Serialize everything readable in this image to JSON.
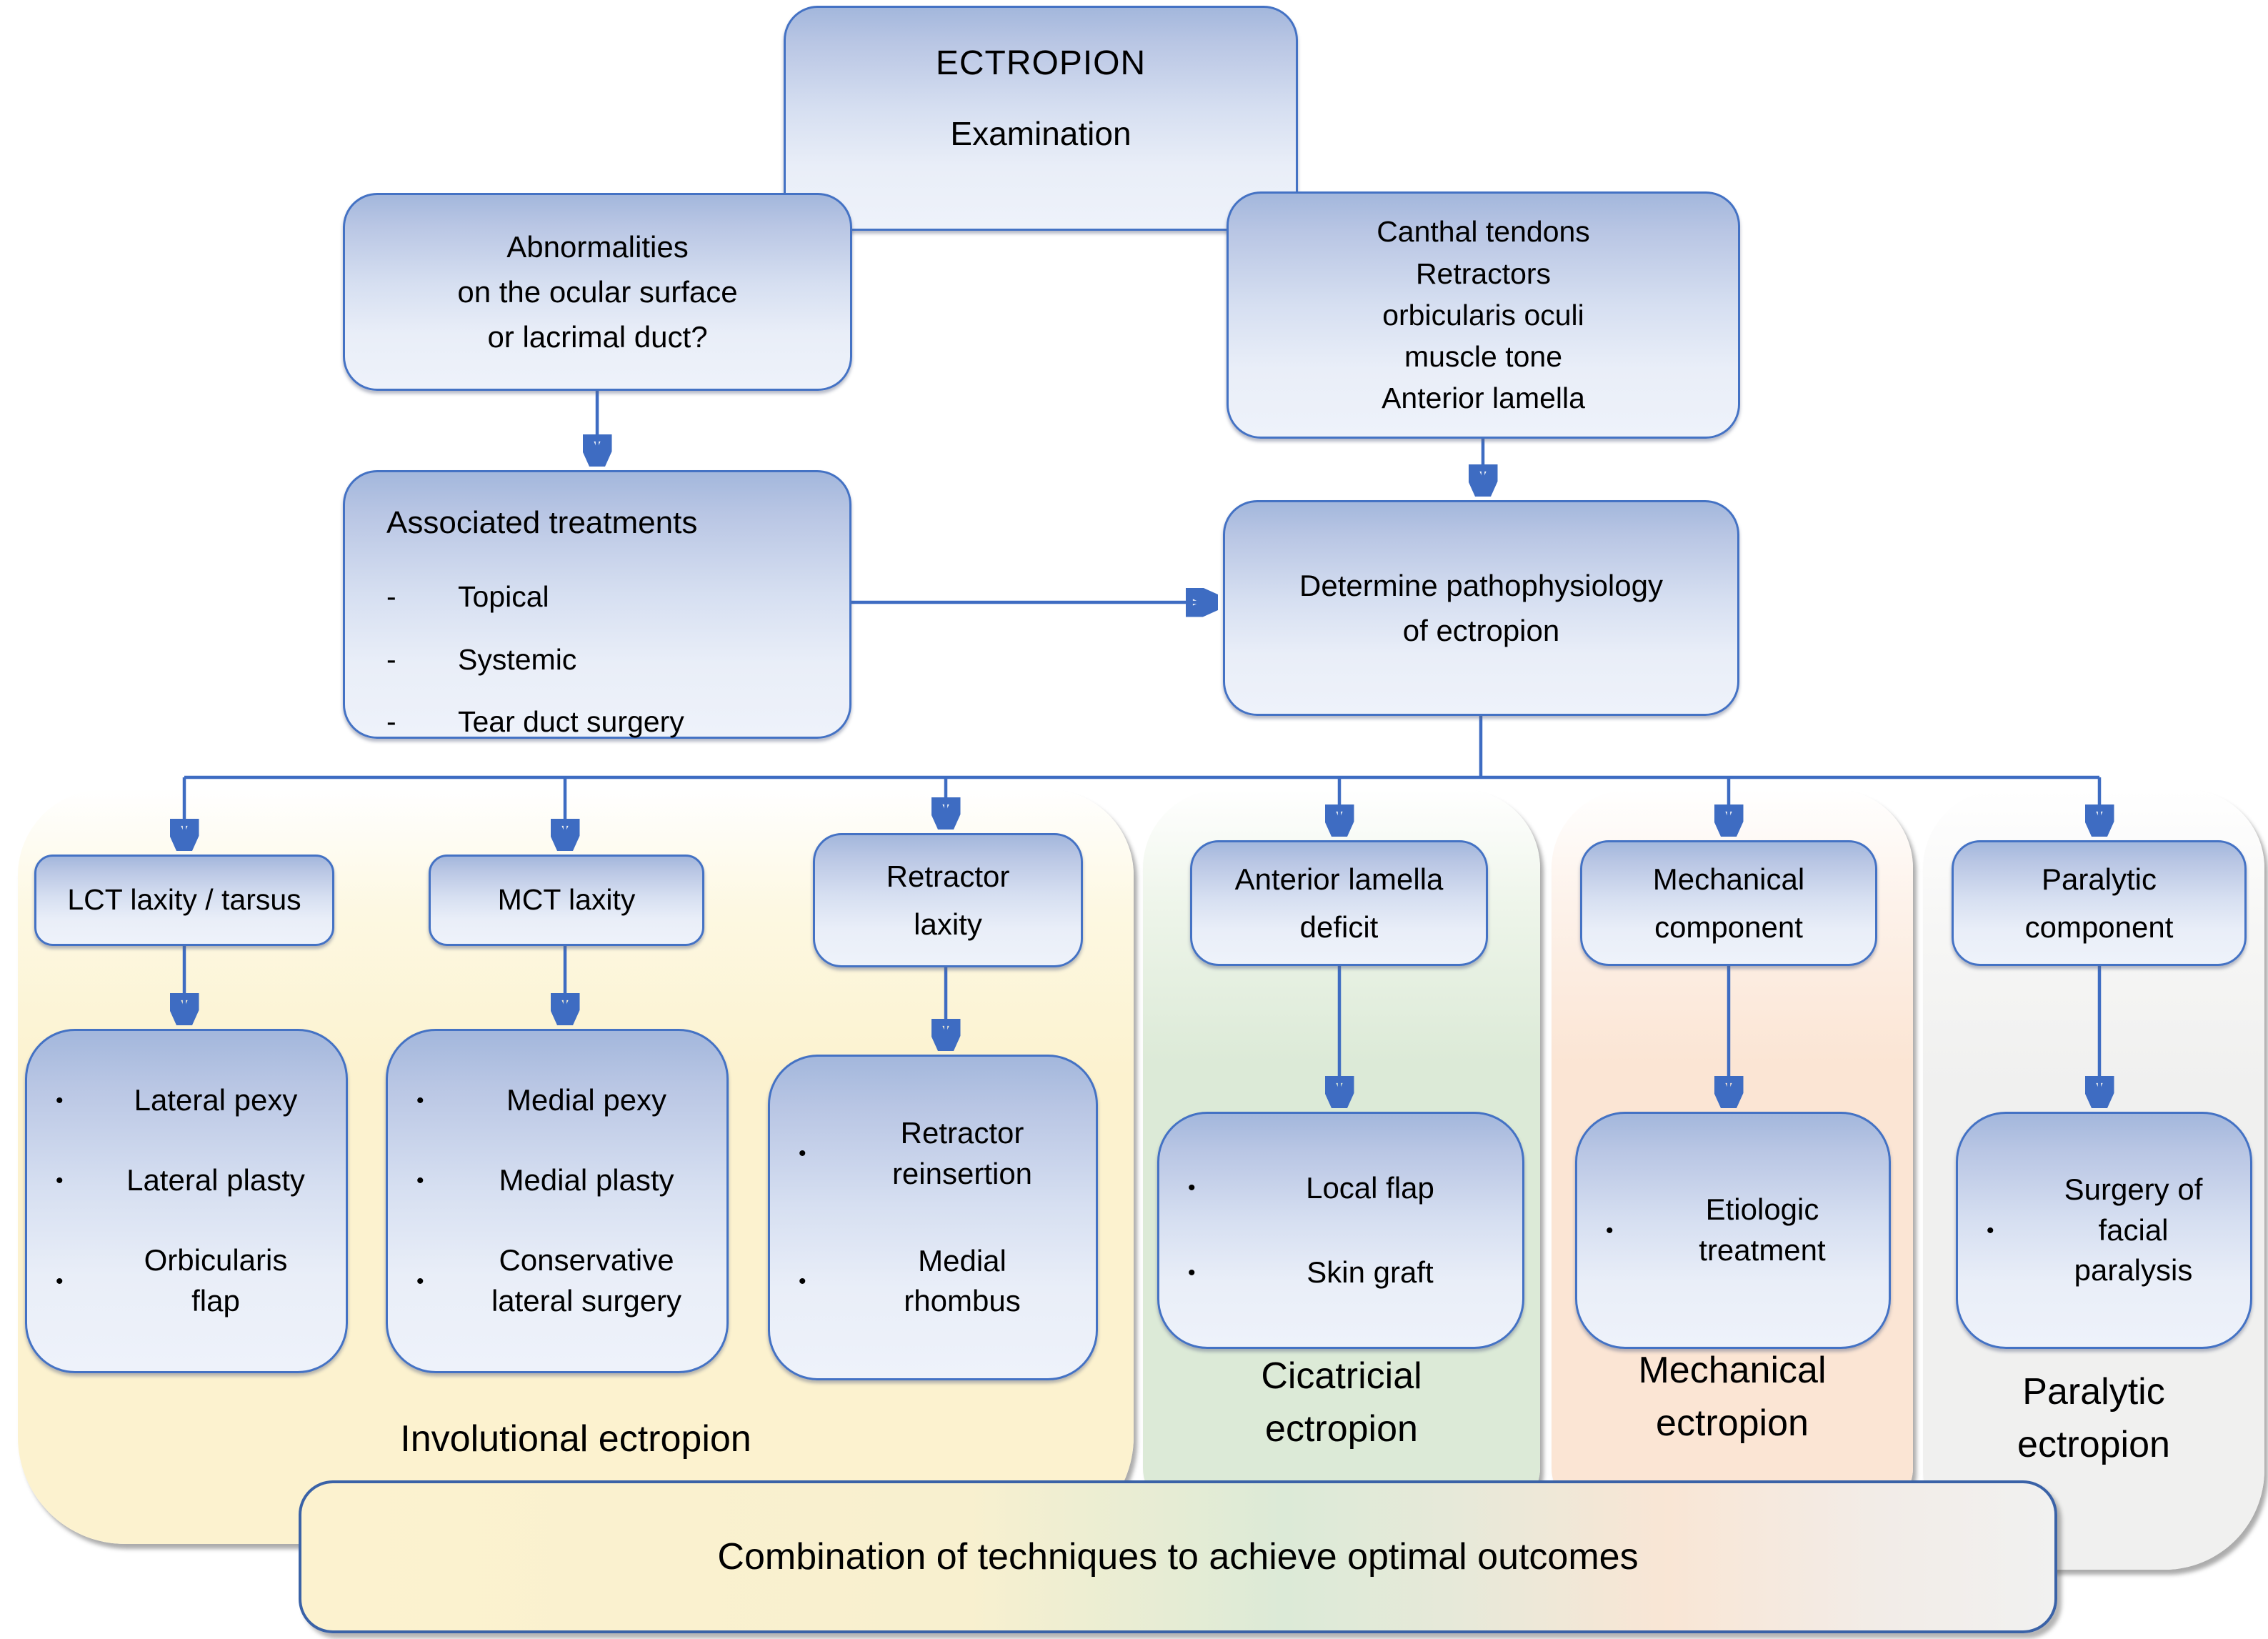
{
  "glyphs": {
    "bullet": "•",
    "dash": "-"
  },
  "colors": {
    "node_border": "#4472c4",
    "arrow": "#3e6cc2",
    "bar_border": "#3a62a7",
    "involutional": "#fcf2cf",
    "cicatricial": "#dcead7",
    "mechanical": "#fbe5d4",
    "paralytic": "#f0f0ef"
  },
  "root": {
    "title": "ECTROPION",
    "subtitle": "Examination"
  },
  "exam": {
    "left": [
      "Abnormalities",
      "on the ocular surface",
      "or lacrimal duct?"
    ],
    "right": [
      "Canthal tendons",
      "Retractors",
      "orbicularis oculi",
      "muscle tone",
      "Anterior lamella"
    ]
  },
  "associated": {
    "title": "Associated treatments",
    "items": [
      "Topical",
      "Systemic",
      "Tear duct surgery"
    ]
  },
  "determine": [
    "Determine pathophysiology",
    "of ectropion"
  ],
  "columns": [
    {
      "label": "Involutional ectropion",
      "branches": [
        {
          "head": "LCT laxity / tarsus",
          "bullets": [
            "Lateral pexy",
            "Lateral plasty",
            [
              "Orbicularis",
              "flap"
            ]
          ]
        },
        {
          "head": "MCT laxity",
          "bullets": [
            "Medial pexy",
            "Medial plasty",
            [
              "Conservative",
              "lateral surgery"
            ]
          ]
        },
        {
          "head": [
            "Retractor",
            "laxity"
          ],
          "bullets": [
            [
              "Retractor",
              "reinsertion"
            ],
            [
              "Medial",
              "rhombus"
            ]
          ]
        }
      ]
    },
    {
      "label": [
        "Cicatricial",
        "ectropion"
      ],
      "branches": [
        {
          "head": [
            "Anterior lamella",
            "deficit"
          ],
          "bullets": [
            "Local flap",
            "Skin graft"
          ]
        }
      ]
    },
    {
      "label": [
        "Mechanical",
        "ectropion"
      ],
      "branches": [
        {
          "head": [
            "Mechanical",
            "component"
          ],
          "bullets": [
            [
              "Etiologic",
              "treatment"
            ]
          ]
        }
      ]
    },
    {
      "label": [
        "Paralytic",
        "ectropion"
      ],
      "branches": [
        {
          "head": [
            "Paralytic",
            "component"
          ],
          "bullets": [
            [
              "Surgery of facial",
              "paralysis"
            ]
          ]
        }
      ]
    }
  ],
  "footer": "Combination of techniques to achieve optimal outcomes"
}
